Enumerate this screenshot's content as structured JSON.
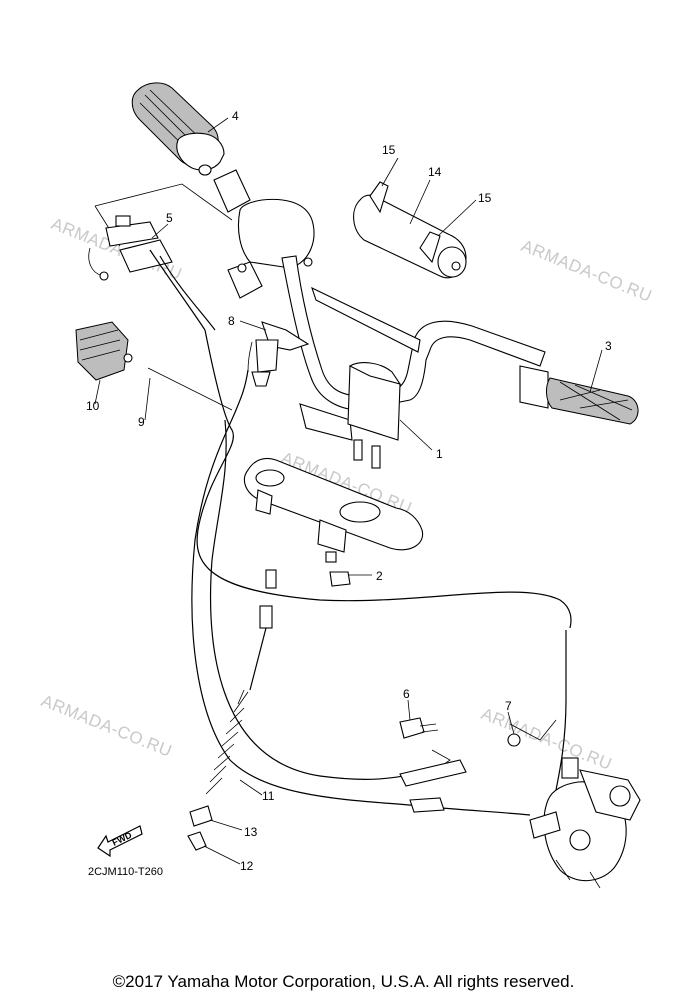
{
  "watermark": "ARMADA-CO.RU",
  "diagram_code": "2CJM110-T260",
  "copyright": "©2017 Yamaha Motor Corporation, U.S.A. All rights reserved.",
  "fwd_label": "FWD",
  "callouts": {
    "c1": "1",
    "c2": "2",
    "c3": "3",
    "c4": "4",
    "c5": "5",
    "c6": "6",
    "c7": "7",
    "c8": "8",
    "c9": "9",
    "c10": "10",
    "c11": "11",
    "c12": "12",
    "c13": "13",
    "c14": "14",
    "c15a": "15",
    "c15b": "15"
  }
}
